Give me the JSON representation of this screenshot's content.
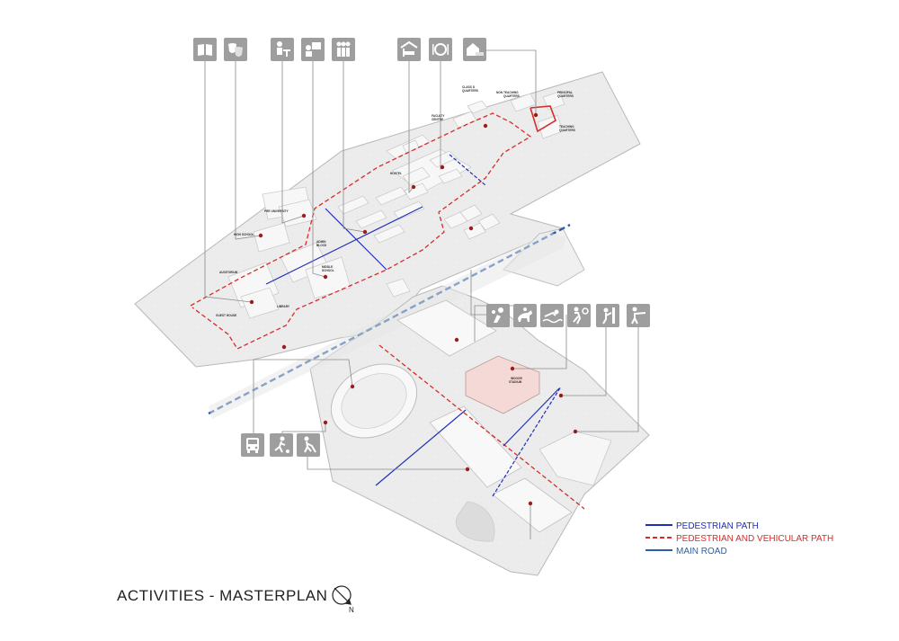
{
  "title": "ACTIVITIES - MASTERPLAN",
  "legend": [
    {
      "label": "PEDESTRIAN  PATH",
      "color": "#1f2fb8",
      "style": "solid"
    },
    {
      "label": "PEDESTRIAN AND VEHICULAR  PATH",
      "color": "#d62c2c",
      "style": "dashed"
    },
    {
      "label": "MAIN ROAD",
      "color": "#2b5fa8",
      "style": "dashed"
    }
  ],
  "labels": {
    "class_d": "CLASS D",
    "quarters": "QUARTERS",
    "non_teaching": "NON TEACHING",
    "principal": "PRINCIPAL",
    "faculty": "FACULTY",
    "centre": "CENTRE",
    "teaching": "TEACHING",
    "hostel": "HOSTEL",
    "pre_university": "PRE UNIVERSITY",
    "high_school": "HIGH SCHOOL",
    "admin": "ADMIN",
    "block": "BLOCK",
    "middle": "MIDDLE",
    "school": "SCHOOL",
    "auditorium": "AUDITORIUM",
    "library": "LIBRARY",
    "guest_house": "GUEST HOUSE",
    "indoor": "INDOOR",
    "stadium": "STADIUM"
  },
  "icons_top": [
    "book-icon",
    "theatre-masks-icon",
    "student-desk-icon",
    "teacher-board-icon",
    "group-people-icon",
    "hostel-bed-icon",
    "dining-icon",
    "house-car-icon"
  ],
  "icons_sports": [
    "volleyball-icon",
    "horse-riding-icon",
    "swimming-icon",
    "tennis-icon",
    "climbing-icon",
    "shooting-icon"
  ],
  "icons_bottom": [
    "bus-icon",
    "football-icon",
    "hockey-icon"
  ],
  "colors": {
    "site_fill": "#ececec",
    "site_stroke": "#b8b8b8",
    "icon_bg": "#9e9e9e",
    "marker": "#9b1c1c",
    "pedestrian": "#1f2fb8",
    "vehicular": "#d62c2c",
    "road": "#2b5fa8"
  }
}
